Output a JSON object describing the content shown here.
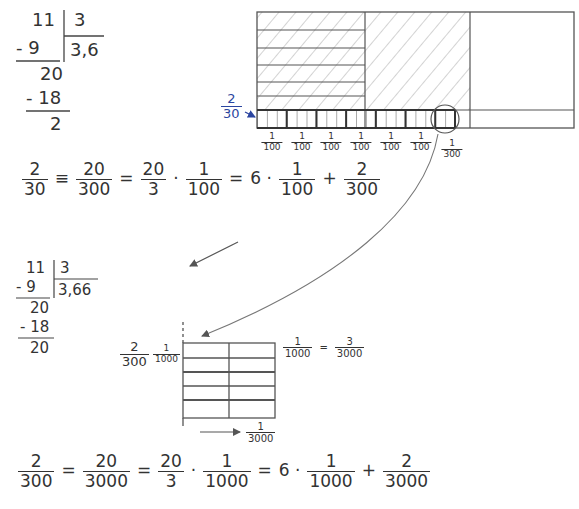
{
  "diagram": {
    "labels": [
      "11",
      "3",
      "- 9",
      "3,6",
      "20",
      "- 18",
      "2",
      "2",
      "30",
      "1",
      "100",
      "1",
      "100",
      "1",
      "100",
      "1",
      "100",
      "1",
      "100",
      "1",
      "100",
      "1",
      "300",
      "2",
      "30",
      "≡",
      "20",
      "300",
      "=",
      "20",
      "3",
      "·",
      "1",
      "100",
      "=",
      "6 ·",
      "1",
      "100",
      "+",
      "2",
      "300",
      "11",
      "3",
      "- 9",
      "3,66",
      "20",
      "- 18",
      "20",
      "2",
      "300",
      "1",
      "1000",
      "1",
      "1000",
      "=",
      "3",
      "3000",
      "1",
      "3000",
      "2",
      "300",
      "=",
      "20",
      "3000",
      "=",
      "20",
      "3",
      "·",
      "1",
      "1000",
      "=",
      "6 ·",
      "1",
      "1000",
      "+",
      "2",
      "3000"
    ]
  }
}
